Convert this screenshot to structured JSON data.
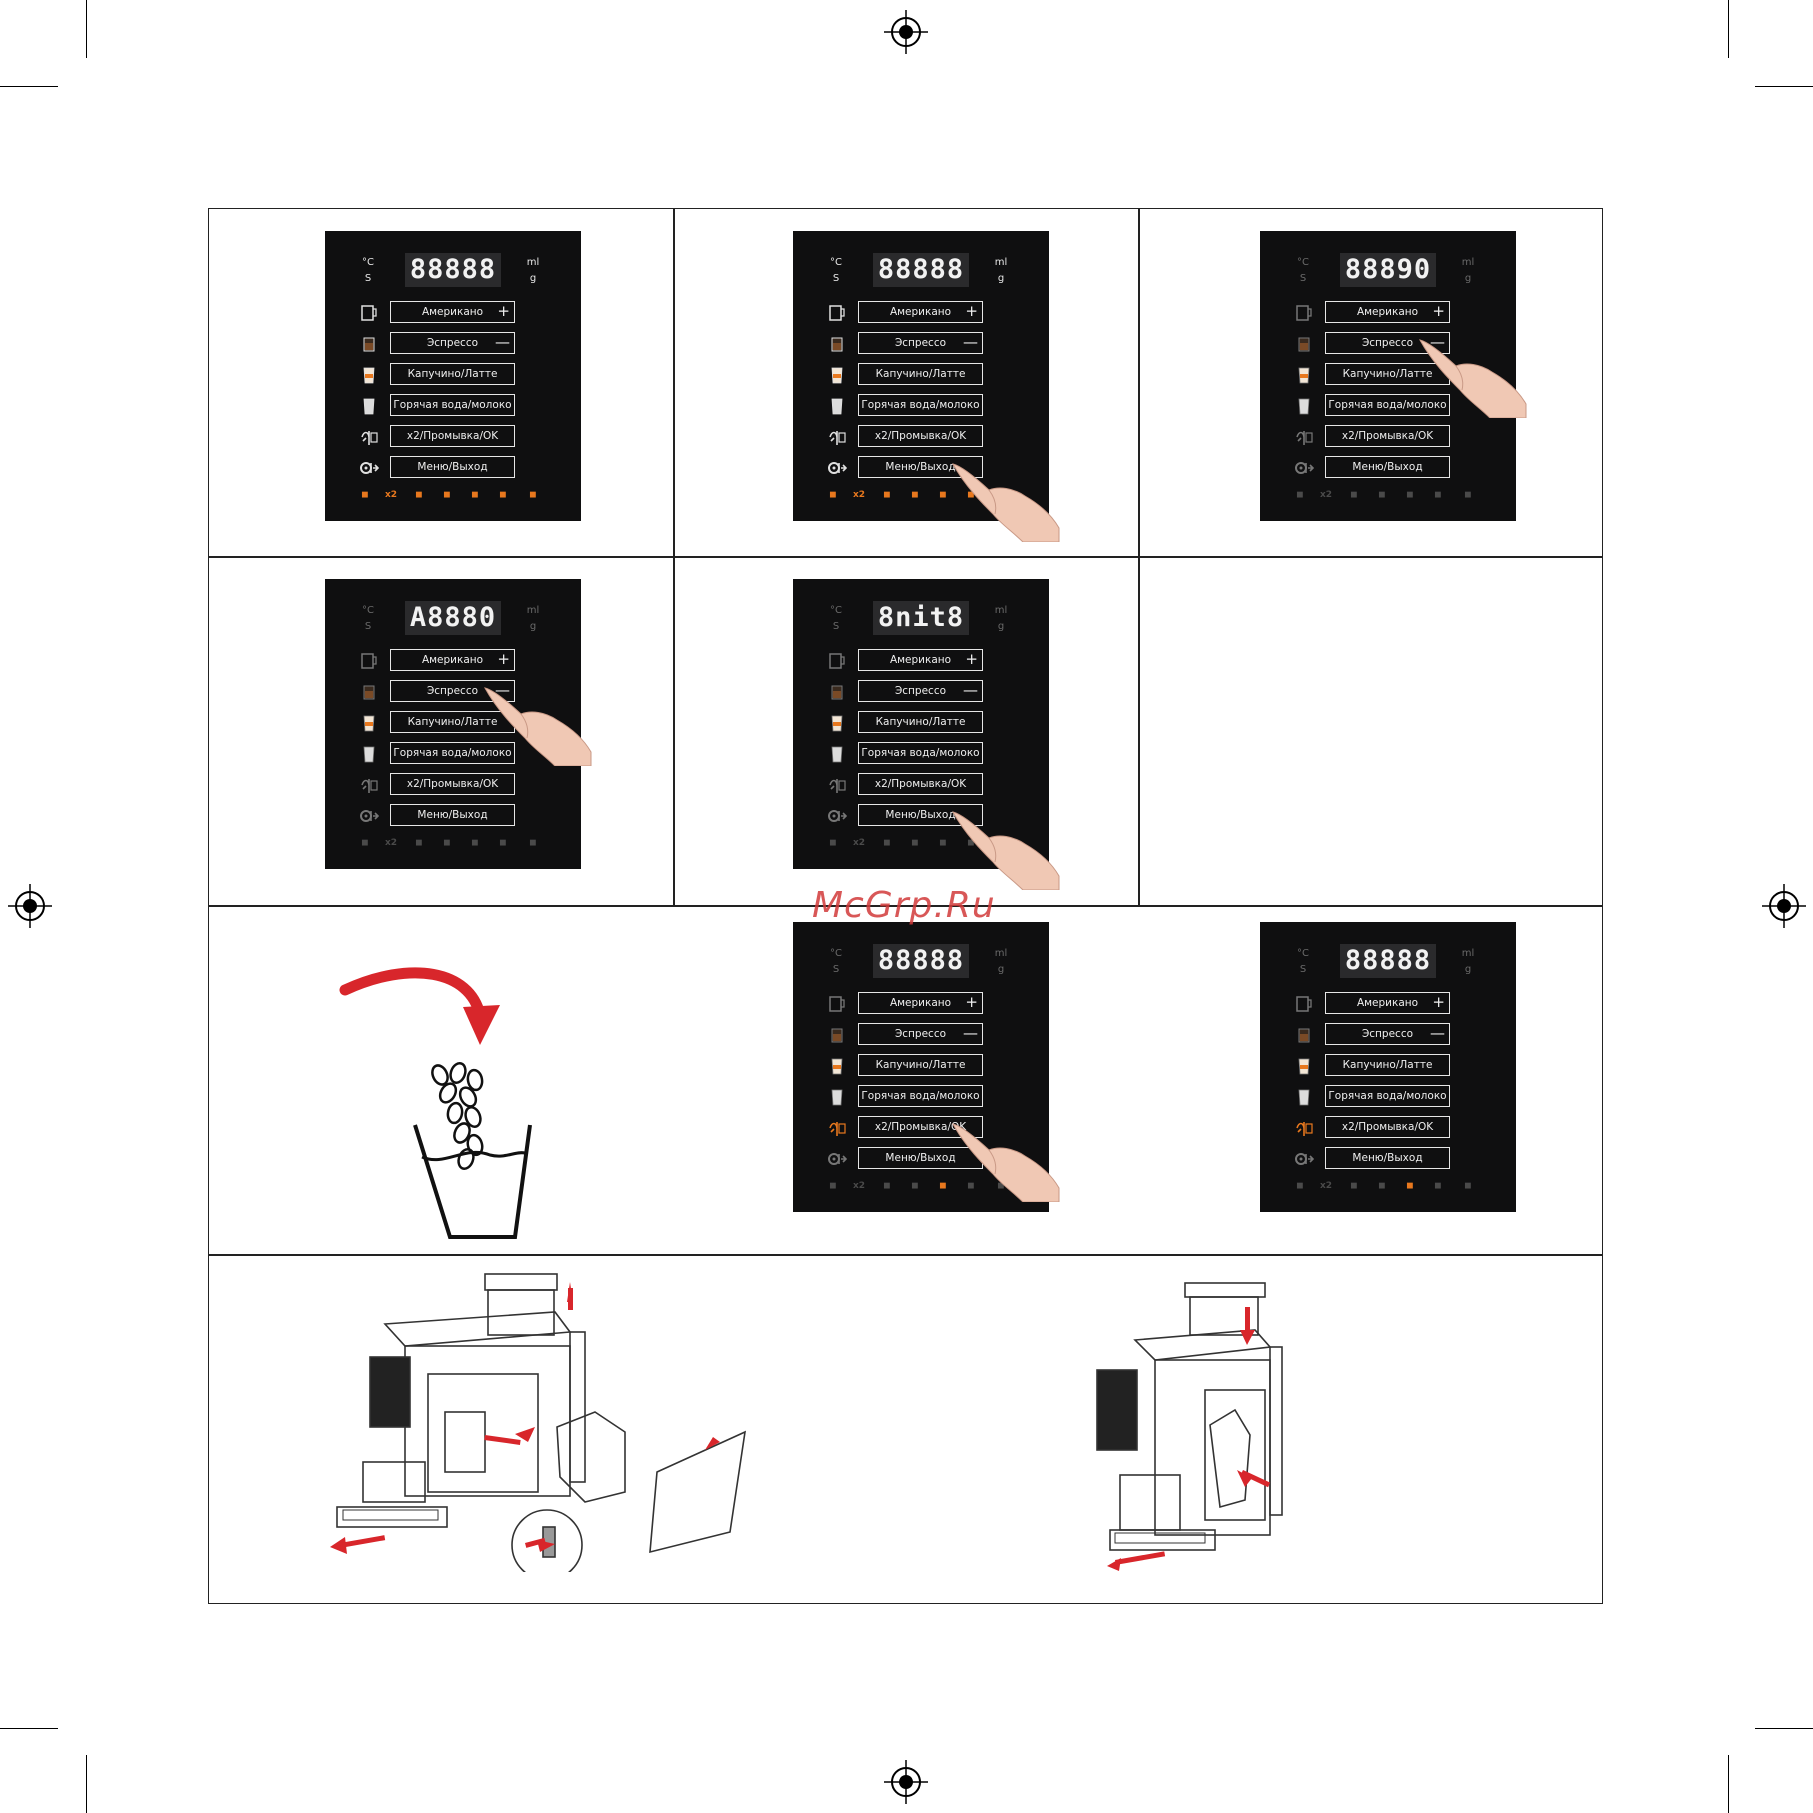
{
  "watermark": "McGrp.Ru",
  "panel_labels": {
    "unit_temp": "°C",
    "unit_s": "S",
    "unit_ml": "ml",
    "unit_g": "g",
    "btn_americano": "Американо",
    "btn_espresso": "Эспрессо",
    "btn_cappuccino": "Капучино/Латте",
    "btn_hotwater": "Горячая вода/молоко",
    "btn_x2": "x2/Промывка/OK",
    "btn_menu": "Меню/Выход",
    "sign_plus": "+",
    "sign_minus": "—",
    "ind_x2": "x2"
  },
  "panels": [
    {
      "display": "88888",
      "dim_units": false,
      "dim_icons": false,
      "orange_indicators": [
        0,
        1,
        2,
        3,
        4,
        5,
        6
      ],
      "hand": null
    },
    {
      "display": "88888",
      "dim_units": false,
      "dim_icons": false,
      "orange_indicators": [
        0,
        1,
        2,
        3,
        4,
        5,
        6
      ],
      "hand": "menu"
    },
    {
      "display": "88890",
      "dim_units": true,
      "dim_icons": true,
      "orange_indicators": [],
      "hand": "espresso"
    },
    {
      "display": "A8880",
      "dim_units": true,
      "dim_icons": true,
      "orange_indicators": [],
      "hand": "espresso"
    },
    {
      "display": "8nit8",
      "dim_units": true,
      "dim_icons": true,
      "orange_indicators": [],
      "hand": "menu"
    },
    {
      "display": "88888",
      "dim_units": true,
      "dim_icons": true,
      "orange_indicators": [
        4
      ],
      "orange_x2_icon": true,
      "hand": "x2"
    },
    {
      "display": "88888",
      "dim_units": true,
      "dim_icons": true,
      "orange_indicators": [
        4
      ],
      "orange_x2_icon": true,
      "hand": null
    }
  ],
  "icons": {
    "row_icons": [
      "mug-icon",
      "espresso-cup-icon",
      "latte-glass-icon",
      "water-glass-icon",
      "rinse-icon",
      "menu-exit-icon"
    ],
    "indicator_icons": [
      "bean-icon",
      "x2-indicator",
      "tray-icon",
      "tank-icon",
      "descale-icon",
      "grounds-icon",
      "brew-unit-icon"
    ]
  },
  "colors": {
    "panel_bg": "#0f0f10",
    "accent_orange": "#e8781e",
    "arrow_red": "#d8262b"
  }
}
